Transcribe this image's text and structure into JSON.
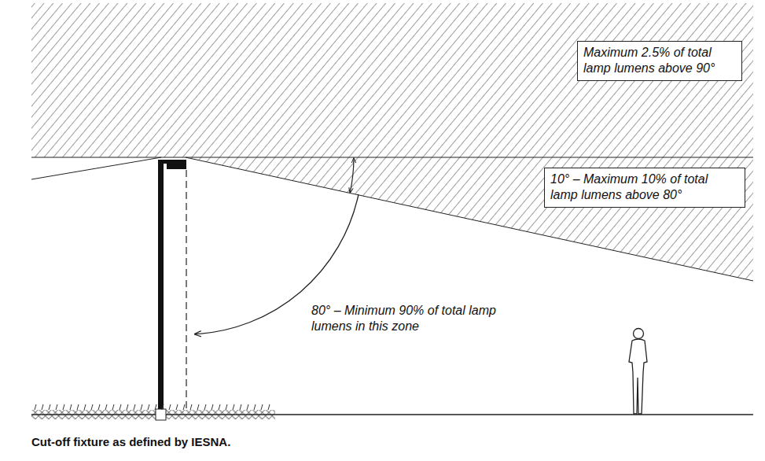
{
  "diagram": {
    "caption": "Cut-off fixture as defined by IESNA.",
    "nodes": [
      {
        "text": [
          "Maximum 2.5% of total lamp lumens above 90°"
        ]
      },
      {
        "text": [
          "10° – Maximum 10% of total lamp lumens above 80°"
        ]
      }
    ],
    "labels": [
      "80° – Minimum 90% of total lamp lumens in this zone"
    ]
  }
}
